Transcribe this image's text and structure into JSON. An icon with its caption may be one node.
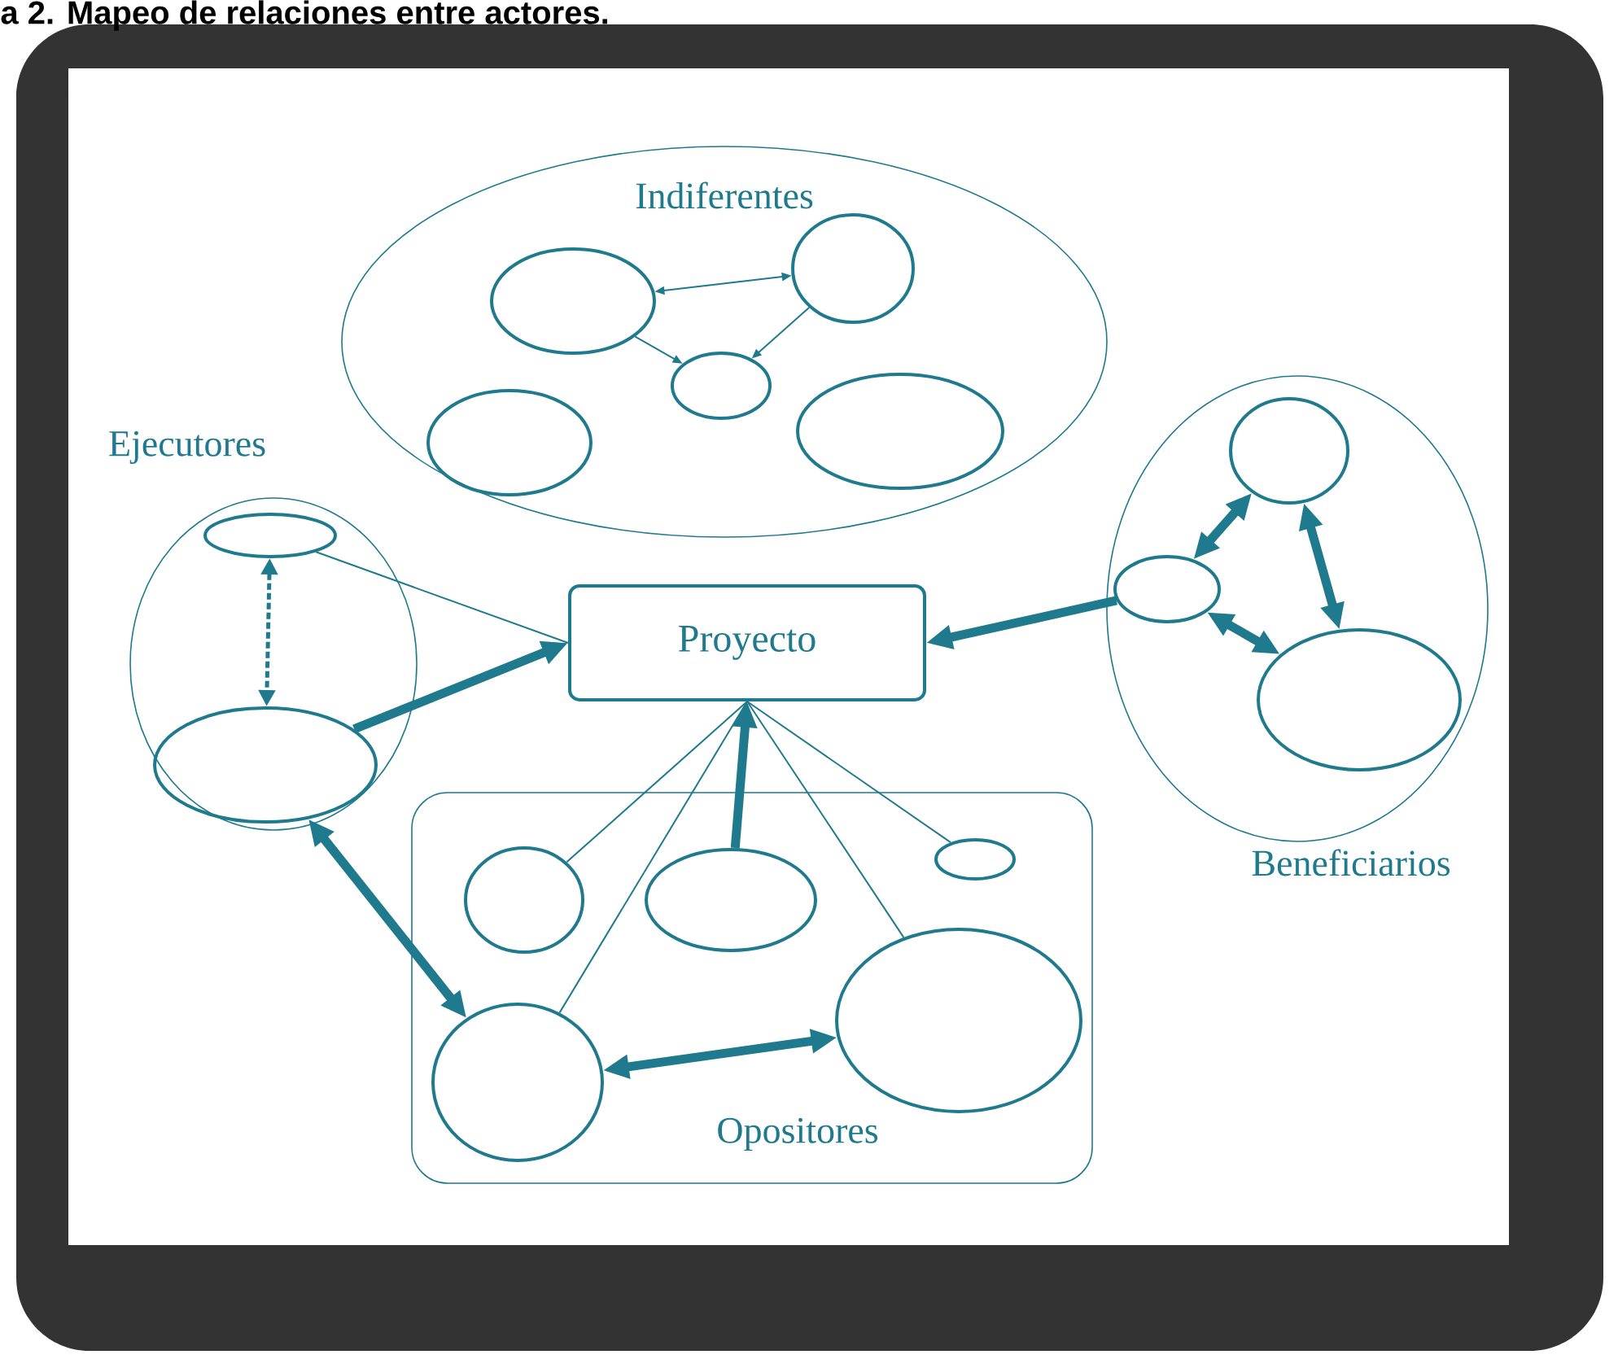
{
  "diagram": {
    "title": "a 2. Mapeo de relaciones entre actores.",
    "nodes": [
      {
        "text": [
          "Indiferentes"
        ]
      },
      {
        "text": [],
        "shape": "circle",
        "in": 0
      },
      {
        "text": [],
        "shape": "circle",
        "in": 0
      },
      {
        "text": [],
        "shape": "circle",
        "in": 0
      },
      {
        "text": [],
        "shape": "circle",
        "in": 0
      },
      {
        "text": [],
        "shape": "circle",
        "in": 0
      },
      {
        "text": [
          "Ejecutores"
        ]
      },
      {
        "text": [],
        "shape": "circle",
        "in": 6
      },
      {
        "text": [],
        "shape": "circle",
        "in": 6
      },
      {
        "text": [
          "Proyecto"
        ]
      },
      {
        "text": [
          "Beneficiarios"
        ]
      },
      {
        "text": [],
        "shape": "circle",
        "in": 10
      },
      {
        "text": [],
        "shape": "circle",
        "in": 10
      },
      {
        "text": [],
        "shape": "circle",
        "in": 10
      },
      {
        "text": [
          "Opositores"
        ]
      },
      {
        "text": [],
        "shape": "circle",
        "in": 14
      },
      {
        "text": [],
        "shape": "circle",
        "in": 14
      },
      {
        "text": [],
        "shape": "circle",
        "in": 14
      },
      {
        "text": [],
        "shape": "circle",
        "in": 14
      },
      {
        "text": [],
        "shape": "circle",
        "in": 14
      }
    ],
    "edges": [
      {
        "from": 1,
        "to": 2,
        "arrow": "both"
      },
      {
        "from": 1,
        "to": 3,
        "arrow": "to"
      },
      {
        "from": 2,
        "to": 3,
        "arrow": "to"
      },
      {
        "from": 7,
        "to": 8,
        "arrow": "both",
        "style": "dashed"
      },
      {
        "from": 7,
        "to": 9,
        "arrow": "none"
      },
      {
        "from": 8,
        "to": 9,
        "arrow": "to",
        "style": "thick"
      },
      {
        "from": 12,
        "to": 9,
        "arrow": "to",
        "style": "thick"
      },
      {
        "from": 12,
        "to": 11,
        "arrow": "both",
        "style": "thick"
      },
      {
        "from": 11,
        "to": 13,
        "arrow": "both",
        "style": "thick"
      },
      {
        "from": 12,
        "to": 13,
        "arrow": "both",
        "style": "thick"
      },
      {
        "from": 8,
        "to": 18,
        "arrow": "both",
        "style": "thick"
      },
      {
        "from": 15,
        "to": 9,
        "arrow": "none"
      },
      {
        "from": 18,
        "to": 9,
        "arrow": "none"
      },
      {
        "from": 16,
        "to": 9,
        "arrow": "to",
        "style": "thick"
      },
      {
        "from": 19,
        "to": 9,
        "arrow": "none"
      },
      {
        "from": 17,
        "to": 9,
        "arrow": "none"
      },
      {
        "from": 18,
        "to": 19,
        "arrow": "both",
        "style": "thick"
      }
    ]
  }
}
